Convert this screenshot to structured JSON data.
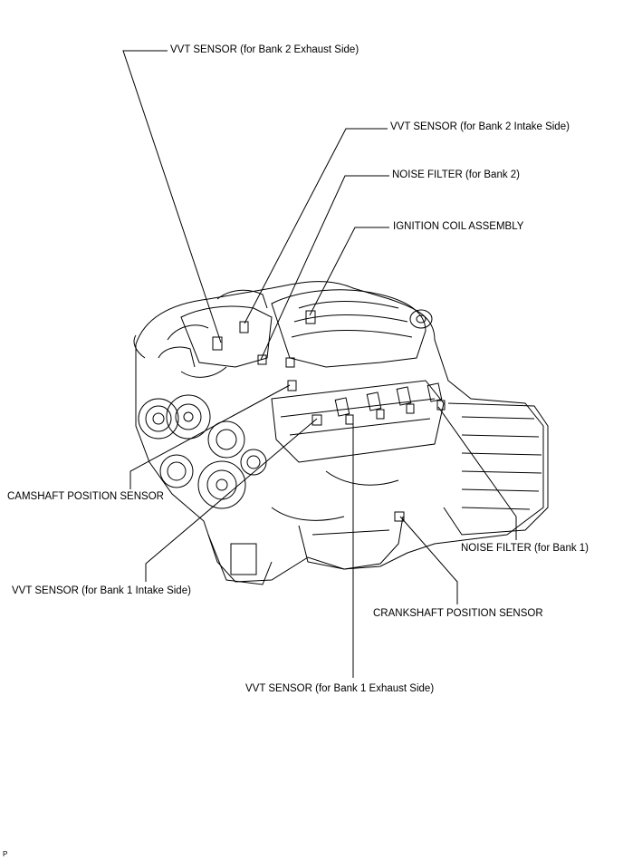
{
  "callouts": {
    "vvt_bank2_exhaust": "VVT SENSOR (for Bank 2 Exhaust Side)",
    "vvt_bank2_intake": "VVT SENSOR (for Bank 2 Intake Side)",
    "noise_filter_bank2": "NOISE FILTER (for Bank 2)",
    "ignition_coil": "IGNITION COIL ASSEMBLY",
    "camshaft_position": "CAMSHAFT POSITION SENSOR",
    "noise_filter_bank1": "NOISE FILTER (for Bank 1)",
    "vvt_bank1_intake": "VVT SENSOR (for Bank 1 Intake Side)",
    "crankshaft_position": "CRANKSHAFT POSITION SENSOR",
    "vvt_bank1_exhaust": "VVT SENSOR (for Bank 1 Exhaust Side)"
  },
  "figure_code": "P"
}
